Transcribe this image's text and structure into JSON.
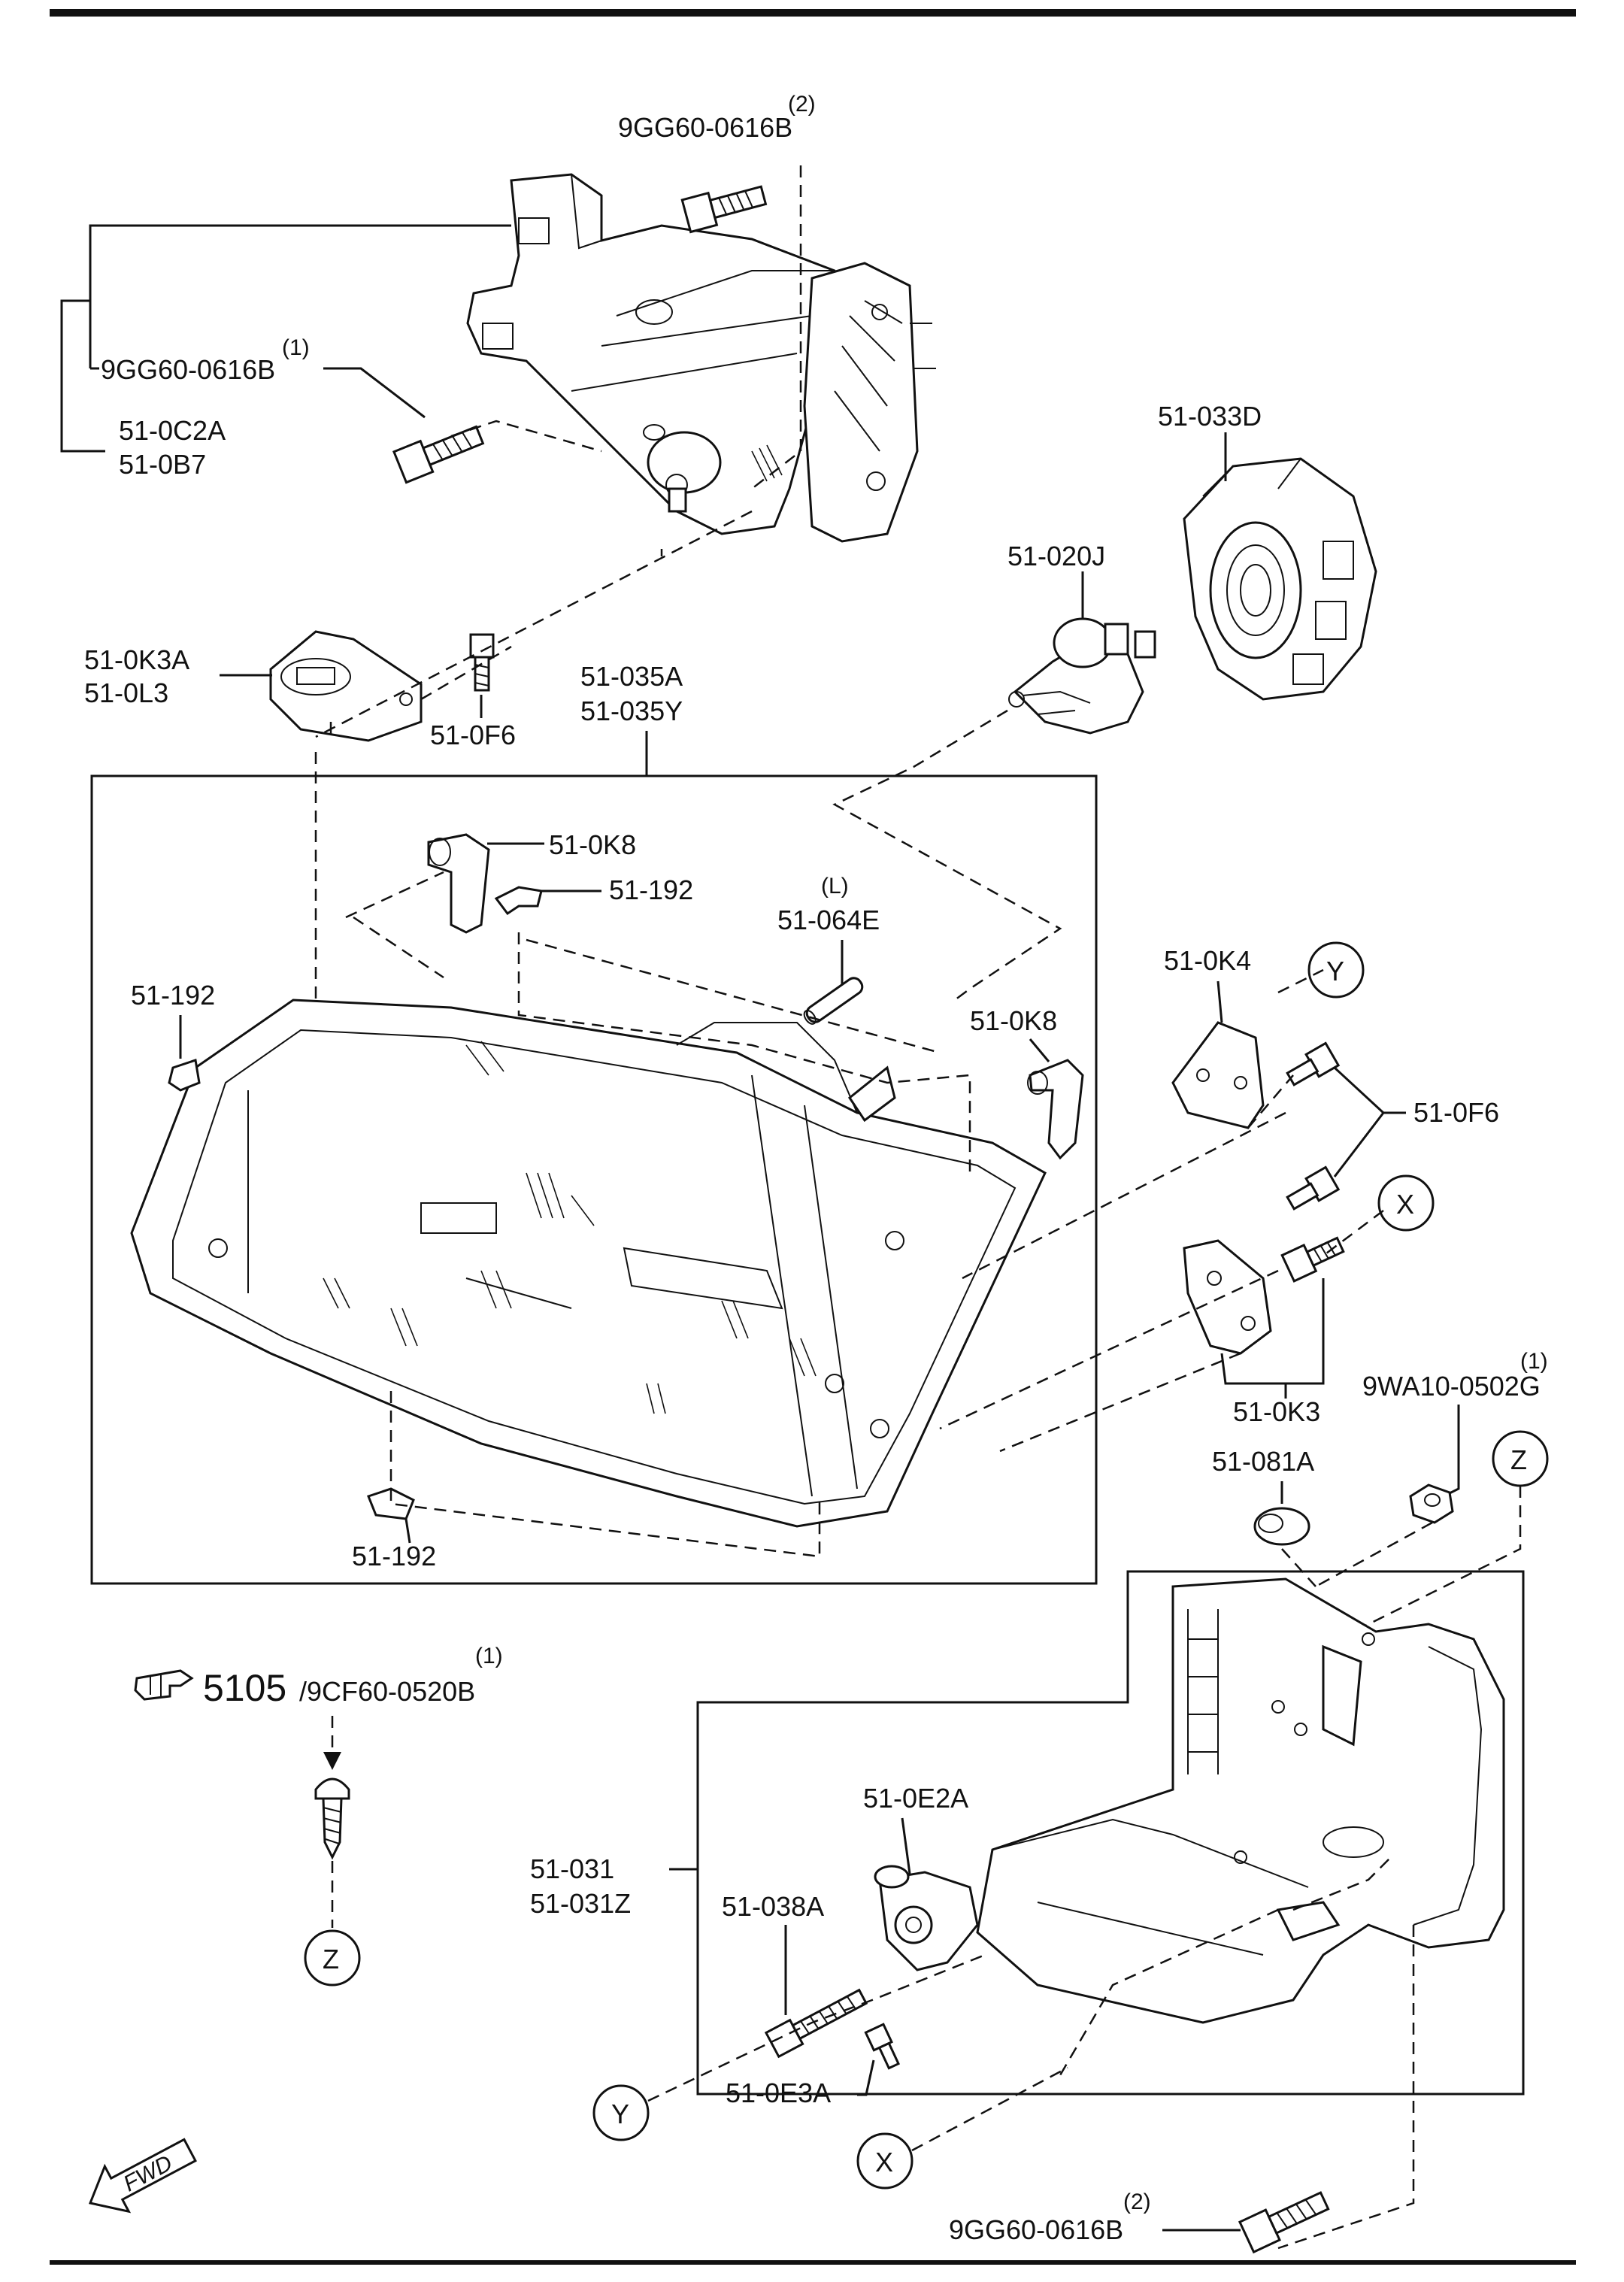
{
  "labels": {
    "bolt_top_qty": "(2)",
    "bolt_top": "9GG60-0616B",
    "bolt_left_qty": "(1)",
    "bolt_left": "9GG60-0616B",
    "bracket_a": "51-0C2A",
    "bracket_b": "51-0B7",
    "socket": "51-033D",
    "bulb": "51-020J",
    "cap_a": "51-0K3A",
    "cap_b": "51-0L3",
    "screw_cap": "51-0F6",
    "headlamp_a": "51-035A",
    "headlamp_b": "51-035Y",
    "clip_k8_top": "51-0K8",
    "clip_192_top": "51-192",
    "side_l": "(L)",
    "rod": "51-064E",
    "clip_192_left": "51-192",
    "clip_k8_right": "51-0K8",
    "clip_192_bottom": "51-192",
    "bracket_k4": "51-0K4",
    "screw_f6_right": "51-0F6",
    "bracket_k3": "51-0K3",
    "nut_qty": "(1)",
    "nut": "9WA10-0502G",
    "grommet": "51-081A",
    "ref_page": "5105",
    "ref_part": "/9CF60-0520B",
    "ref_qty": "(1)",
    "housing_a": "51-031",
    "housing_b": "51-031Z",
    "adjuster": "51-0E2A",
    "adjuster_bolt": "51-038A",
    "adjuster_screw": "51-0E3A",
    "bolt_bottom_qty": "(2)",
    "bolt_bottom": "9GG60-0616B",
    "fwd": "FWD"
  },
  "markers": {
    "x": "X",
    "y": "Y",
    "z": "Z"
  }
}
